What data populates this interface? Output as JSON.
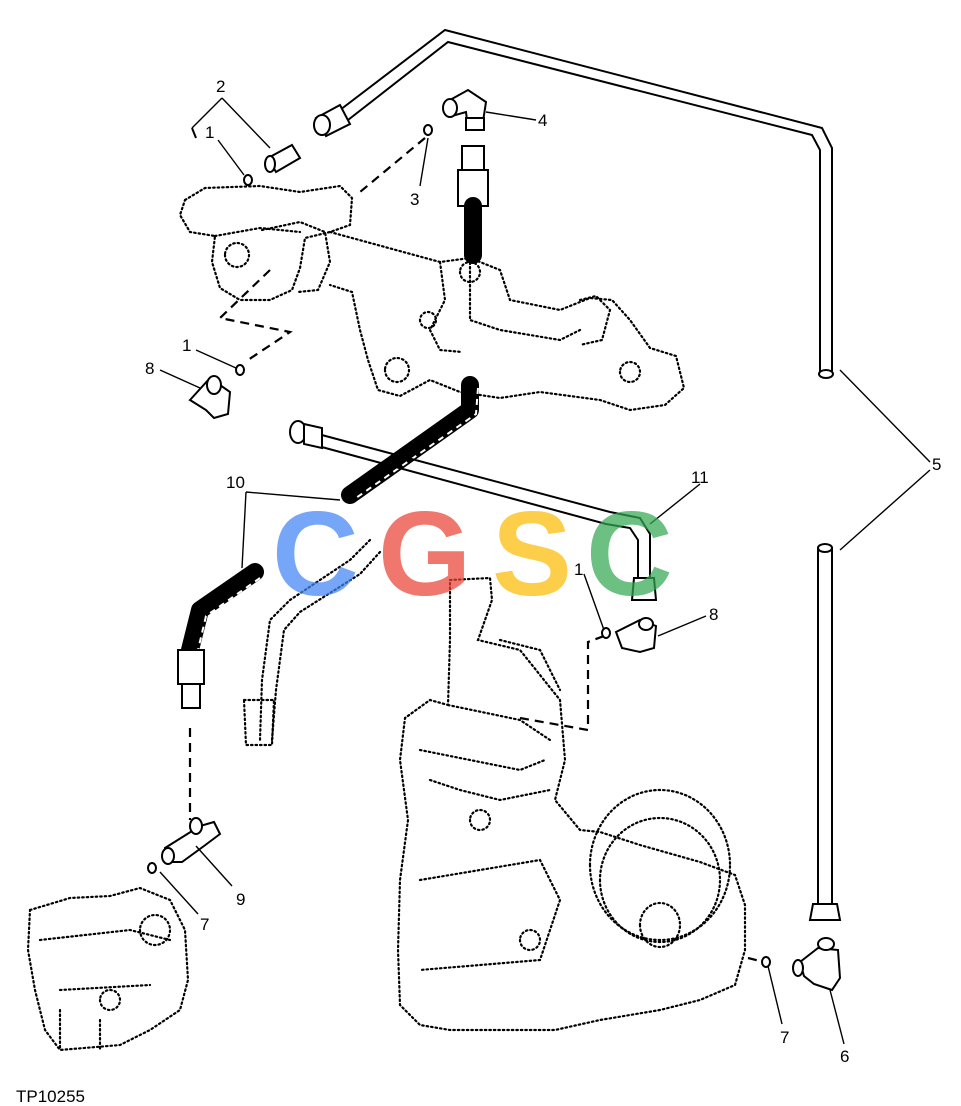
{
  "diagram": {
    "figure_id": "TP10255",
    "callouts": [
      {
        "id": "c2-top",
        "label": "2"
      },
      {
        "id": "c1-top",
        "label": "1"
      },
      {
        "id": "c3",
        "label": "3"
      },
      {
        "id": "c4",
        "label": "4"
      },
      {
        "id": "c1-mid",
        "label": "1"
      },
      {
        "id": "c8-left",
        "label": "8"
      },
      {
        "id": "c5",
        "label": "5"
      },
      {
        "id": "c10",
        "label": "10"
      },
      {
        "id": "c11",
        "label": "11"
      },
      {
        "id": "c1-right",
        "label": "1"
      },
      {
        "id": "c8-right",
        "label": "8"
      },
      {
        "id": "c9",
        "label": "9"
      },
      {
        "id": "c7-left",
        "label": "7"
      },
      {
        "id": "c7-right",
        "label": "7"
      },
      {
        "id": "c6",
        "label": "6"
      }
    ]
  },
  "watermark": {
    "letters": [
      "C",
      "G",
      "S",
      "C"
    ],
    "colors": [
      "#4285F4",
      "#EA4335",
      "#FBBC05",
      "#34A853"
    ]
  }
}
